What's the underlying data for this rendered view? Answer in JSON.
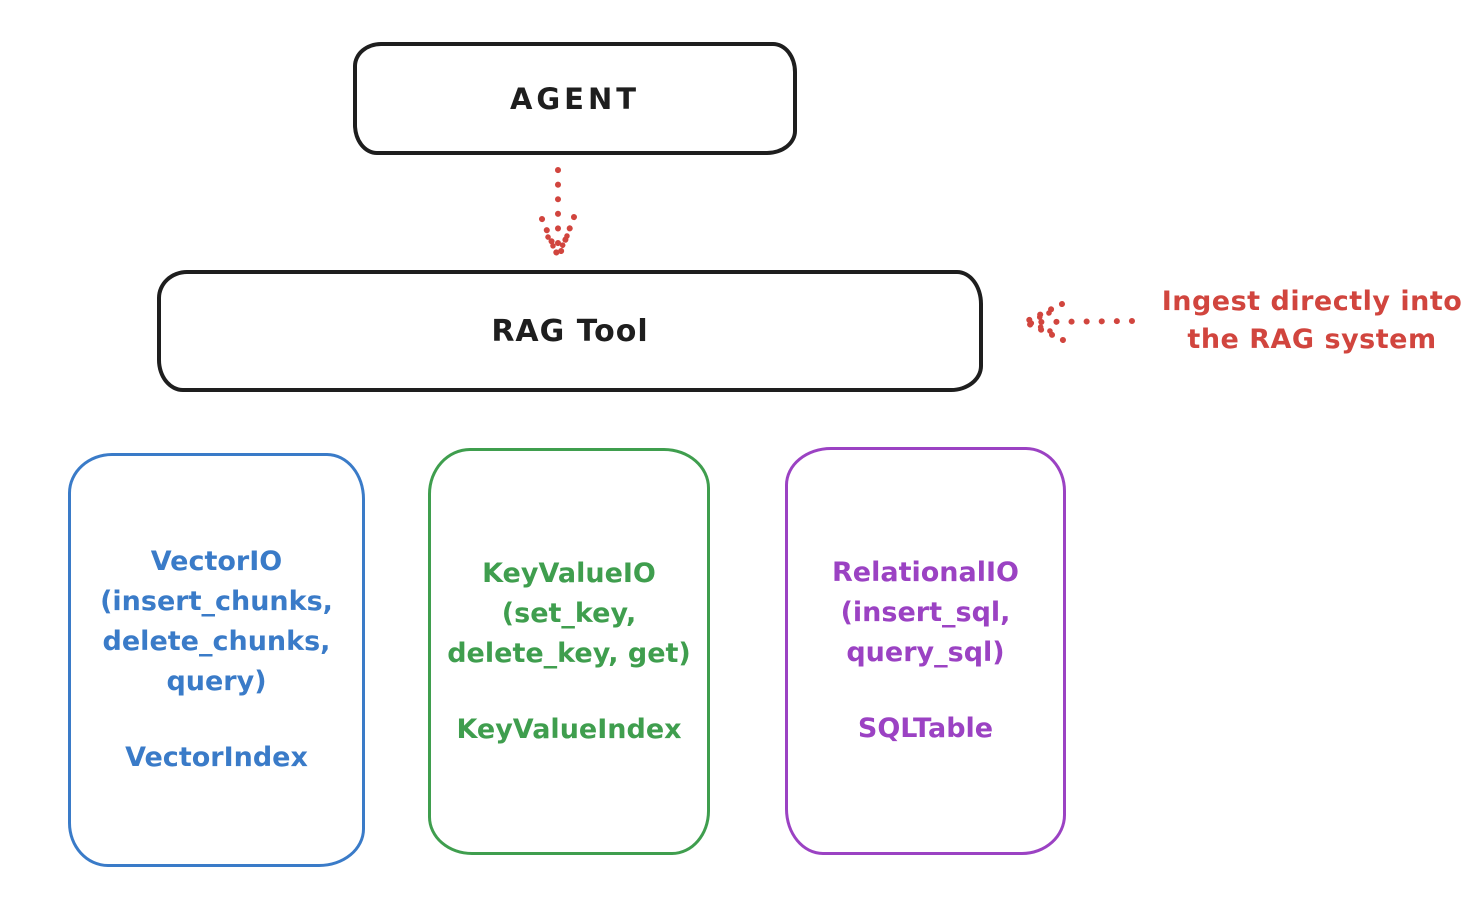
{
  "colors": {
    "background": "#ffffff",
    "ink": "#1e1e1e",
    "red": "#d1453e",
    "blue": "#3a7bc8",
    "green": "#3f9e4e",
    "purple": "#9b42c3"
  },
  "nodes": {
    "agent": {
      "label": "AGENT"
    },
    "rag_tool": {
      "label": "RAG Tool"
    },
    "vector_io": {
      "lines": [
        "VectorIO",
        "(insert_chunks,",
        "delete_chunks,",
        "query)"
      ],
      "index_label": "VectorIndex",
      "color": "#3a7bc8"
    },
    "key_value_io": {
      "lines": [
        "KeyValueIO",
        "(set_key,",
        "delete_key, get)"
      ],
      "index_label": "KeyValueIndex",
      "color": "#3f9e4e"
    },
    "relational_io": {
      "lines": [
        "RelationalIO",
        "(insert_sql,",
        "query_sql)"
      ],
      "index_label": "SQLTable",
      "color": "#9b42c3"
    }
  },
  "annotation": {
    "lines": [
      "Ingest directly into",
      "the RAG system"
    ],
    "color": "#d1453e"
  },
  "arrows": [
    {
      "name": "agent-to-rag-dotted-arrow",
      "style": "dotted",
      "direction": "down",
      "color": "#d1453e"
    },
    {
      "name": "ingest-dotted-arrow",
      "style": "dotted",
      "direction": "left",
      "color": "#d1453e"
    }
  ]
}
